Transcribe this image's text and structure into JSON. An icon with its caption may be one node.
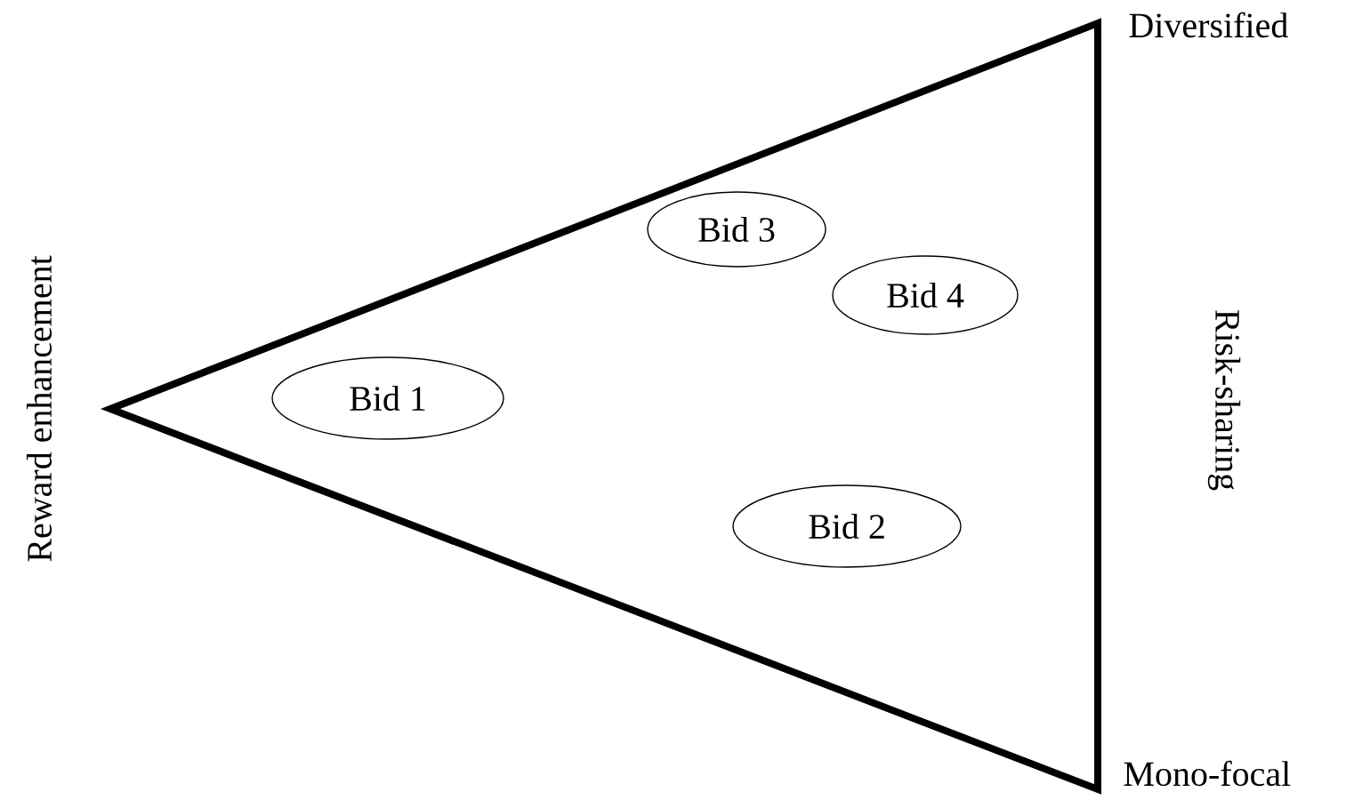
{
  "diagram": {
    "nodes": [
      {
        "text": [
          "Bid 3"
        ]
      },
      {
        "text": [
          "Bid 4"
        ]
      },
      {
        "text": [
          "Bid 1"
        ]
      },
      {
        "text": [
          "Bid 2"
        ]
      }
    ],
    "labels": [
      "Reward enhancement",
      "Diversified",
      "Risk-sharing",
      "Mono-focal"
    ]
  }
}
